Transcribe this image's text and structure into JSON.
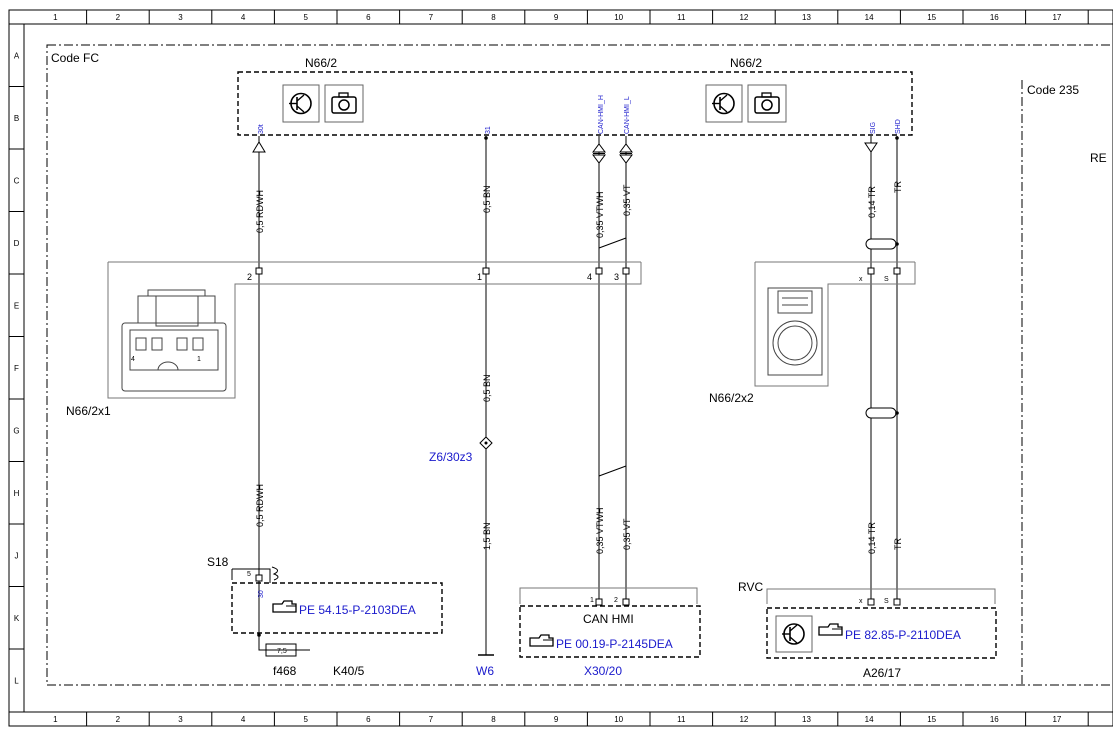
{
  "ruler": {
    "cols": [
      "1",
      "2",
      "3",
      "4",
      "5",
      "6",
      "7",
      "8",
      "9",
      "10",
      "11",
      "12",
      "13",
      "14",
      "15",
      "16",
      "17"
    ],
    "rows": [
      "A",
      "B",
      "C",
      "D",
      "E",
      "F",
      "G",
      "H",
      "J",
      "K",
      "L"
    ]
  },
  "regions": {
    "code_fc": "Code FC",
    "code_235": "Code 235",
    "cut_text": "RE"
  },
  "modules": {
    "n66_2_left": "N66/2",
    "n66_2_right": "N66/2"
  },
  "pins": {
    "p30": "30t",
    "p31": "31",
    "can_h": "CAN-HMI_H",
    "can_l": "CAN-HMI_L",
    "sig": "SIG",
    "shd": "SHD"
  },
  "wires": {
    "w1_top": "0,5 RDWH",
    "w2_top": "0,5 BN",
    "w3_top": "0,35 VTWH",
    "w4_top": "0,35 VT",
    "w5_top": "0,14 TR",
    "w6_top": "TR",
    "w2_mid": "0,5 BN",
    "w1_bot": "0,5 RDWH",
    "w2_bot": "1,5 BN",
    "w3_bot": "0,35 VTWH",
    "w4_bot": "0,35 VT",
    "w5_bot": "0,14 TR",
    "w6_bot": "TR"
  },
  "connectors": {
    "x1": {
      "name": "N66/2x1",
      "pins": [
        "2",
        "1",
        "4",
        "3"
      ],
      "face_pins": [
        "4",
        "1"
      ]
    },
    "x2": {
      "name": "N66/2x2",
      "pins": [
        "x",
        "S"
      ]
    }
  },
  "splice": "Z6/30z3",
  "fuse": {
    "switch": "S18",
    "pin5": "5",
    "pin30": "30",
    "value": "7,5",
    "name": "f468",
    "module": "K40/5",
    "ref": "PE 54.15-P-2103DEA"
  },
  "ground": "W6",
  "can": {
    "title": "CAN HMI",
    "pins": [
      "1",
      "2"
    ],
    "ref": "PE 00.19-P-2145DEA",
    "name": "X30/20"
  },
  "rvc": {
    "title": "RVC",
    "pins": [
      "x",
      "S"
    ],
    "ref": "PE 82.85-P-2110DEA",
    "name": "A26/17"
  }
}
